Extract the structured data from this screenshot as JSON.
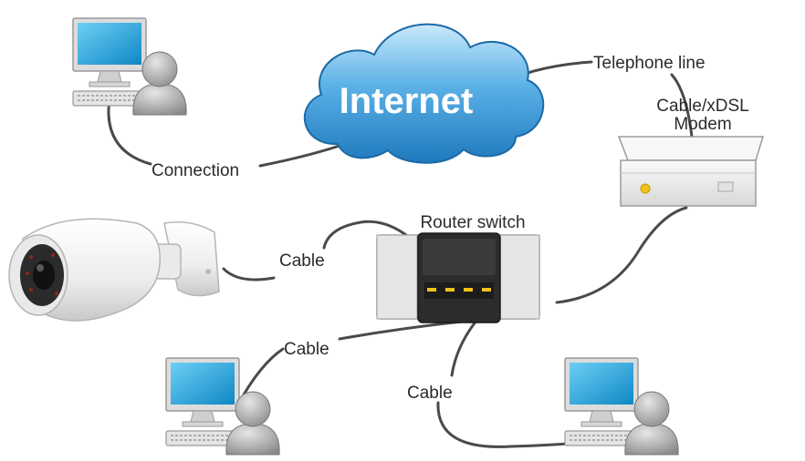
{
  "cloud": {
    "label": "Internet"
  },
  "labels": {
    "connection": "Connection",
    "telephone_line": "Telephone line",
    "modem_line1": "Cable/xDSL",
    "modem_line2": "Modem",
    "router": "Router switch",
    "cable_camera": "Cable",
    "cable_left": "Cable",
    "cable_bottom": "Cable"
  },
  "icons": {
    "user_workstation": "computer-user-icon",
    "security_camera": "security-camera-icon",
    "router": "router-switch-icon",
    "modem": "modem-icon"
  },
  "colors": {
    "cloud_fill": "#3f9cd9",
    "screen_fill": "#1aa0d6",
    "line": "#4a4a4a",
    "led": "#f2c21b"
  }
}
